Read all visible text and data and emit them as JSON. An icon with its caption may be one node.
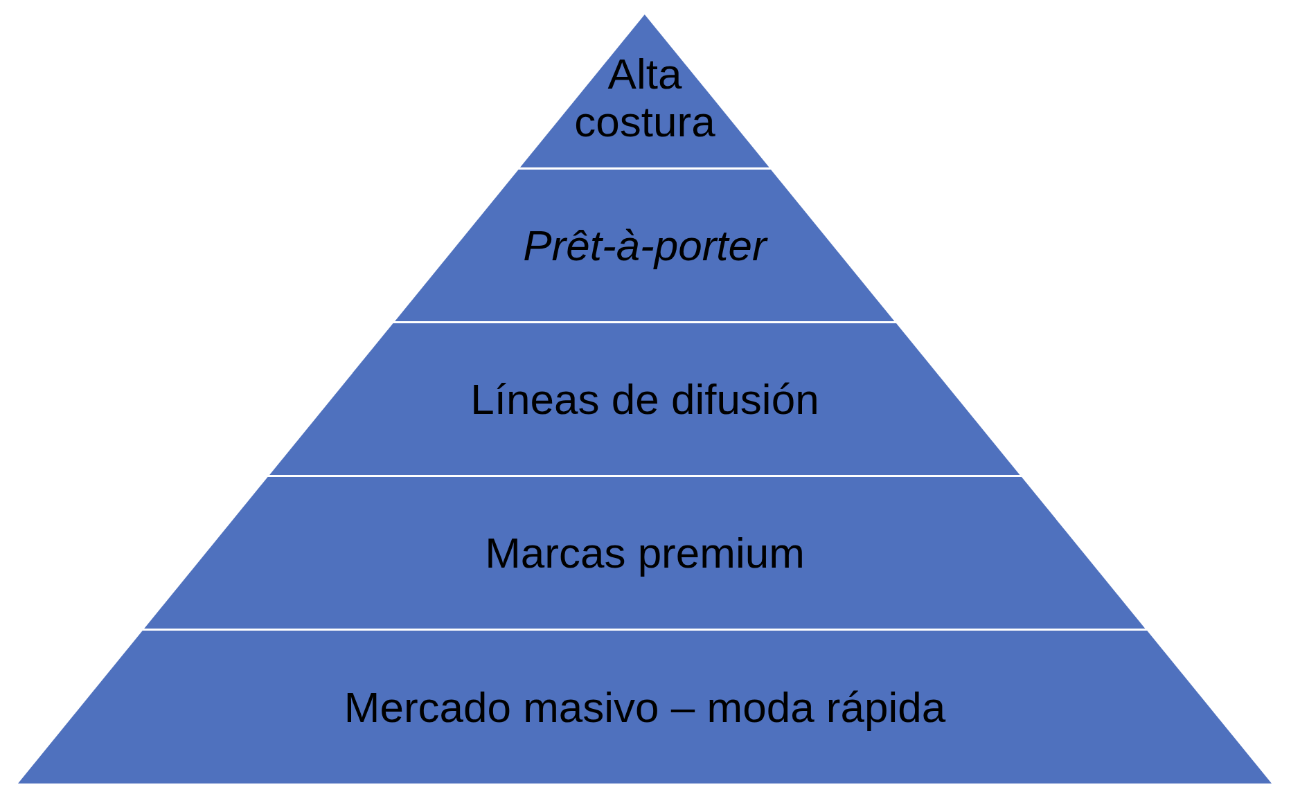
{
  "diagram": {
    "nodes": [
      {
        "text": [
          "Alta costura"
        ]
      },
      {
        "text": [
          "Prêt-à-porter"
        ]
      },
      {
        "text": [
          "Líneas de difusión"
        ]
      },
      {
        "text": [
          "Marcas premium"
        ]
      },
      {
        "text": [
          "Mercado masivo – moda rápida"
        ]
      }
    ]
  }
}
